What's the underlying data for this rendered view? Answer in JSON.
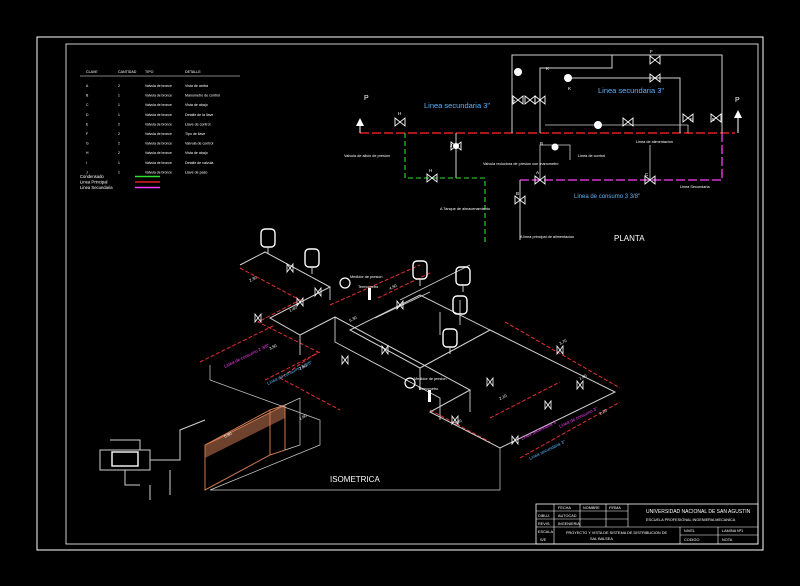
{
  "colors": {
    "background": "#000000",
    "frame": "#ffffff",
    "main_line": "#e02020",
    "secondary_line": "#2fe02f",
    "supply_line": "#ff3cff",
    "cyan_text": "#5ab4ff",
    "pipe": "#d0d0d0",
    "dimension": "#e03030",
    "wall": "#c87850"
  },
  "legend": {
    "headers": [
      "CLAVE",
      "CANTIDAD",
      "TIPO",
      "DETALLE"
    ],
    "rows": [
      [
        "A",
        "2",
        "Valvula de bronce",
        "Vista de arriba"
      ],
      [
        "B",
        "1",
        "Valvula de bronce",
        "Manometro de control"
      ],
      [
        "C",
        "1",
        "Valvula de bronce",
        "Vista de abajo"
      ],
      [
        "D",
        "1",
        "Valvula de bronce",
        "Detalle de la llave"
      ],
      [
        "E",
        "2",
        "Valvula de bronce",
        "Llave de control"
      ],
      [
        "F",
        "2",
        "Valvula de bronce",
        "Tipo de llave"
      ],
      [
        "G",
        "2",
        "Valvula de bronce",
        "Valvula de control"
      ],
      [
        "H",
        "2",
        "Valvula de bronce",
        "Vista de abajo"
      ],
      [
        "I",
        "1",
        "Valvula de bronce",
        "Detalle de valvula"
      ],
      [
        "J",
        "1",
        "Valvula de bronce",
        "Llave de paso"
      ]
    ],
    "line_types": [
      {
        "label": "Condensado",
        "color": "#2fe02f"
      },
      {
        "label": "Linea Principal",
        "color": "#e02020"
      },
      {
        "label": "Linea Secundaria",
        "color": "#ff3cff"
      }
    ]
  },
  "plan": {
    "title": "PLANTA",
    "linea_secundaria_left": "Linea secundaria 3\"",
    "linea_secundaria_right": "Linea secundaria 3\"",
    "linea_supply": "Linea de consumo 3 3/8\"",
    "linea_principal_right": "Linea de alimentacion",
    "supply_right": "Linea Secundaria",
    "pressure_left": "P",
    "pressure_right": "P",
    "note_left": "Valvula de alivio de presion",
    "note_center": "Valvula reductora de presion con manometro",
    "note_control": "Linea de control",
    "note_bottom_center": "A Tanque de almacenamiento",
    "note_bottom_left": "A linea principal de alimentacion",
    "valve_letters": [
      "H",
      "J",
      "H",
      "G",
      "K",
      "F",
      "E",
      "E",
      "A",
      "C",
      "B",
      "K",
      "B"
    ]
  },
  "isometric": {
    "title": "ISOMETRICA",
    "labels": [
      "Medidor de presion",
      "Termometro",
      "Medidor de presion",
      "Termometro",
      "Linea de consumo 2 3/8\"",
      "Linea de consumo 3 3/8\"",
      "Linea secundaria 3\"",
      "Linea de consumo 3\"",
      "Linea secundaria 3\""
    ],
    "dimensions": [
      "2.30",
      "1.40",
      "3.50",
      "2.50",
      "4.50",
      "5.30",
      "3.70",
      "1.80",
      "2.10",
      "3.20",
      "1.20",
      "0.80",
      "1.60"
    ]
  },
  "title_block": {
    "university": "UNIVERSIDAD NACIONAL DE SAN AGUSTIN",
    "school": "ESCUELA PROFESIONAL INGENIERIA MECANICA",
    "project": "PROYECTO Y VISTA DE SISTEMA DE DISTRIBUCION DE",
    "project_line2": "SAL BALSEA",
    "fields": [
      {
        "label": "FECHA",
        "value": ""
      },
      {
        "label": "NOMBRE",
        "value": ""
      },
      {
        "label": "FIRMA",
        "value": ""
      },
      {
        "label": "DIBUJ.",
        "value": "AUTOCAD"
      },
      {
        "label": "REVIS.",
        "value": "INGENIERIA"
      },
      {
        "label": "ESCALA",
        "value": "S/E"
      }
    ],
    "nivel_label": "NIVEL",
    "lamina_label": "LAMINA Nº1",
    "codigo_label": "CODIGO",
    "nota_label": "NOTA"
  }
}
